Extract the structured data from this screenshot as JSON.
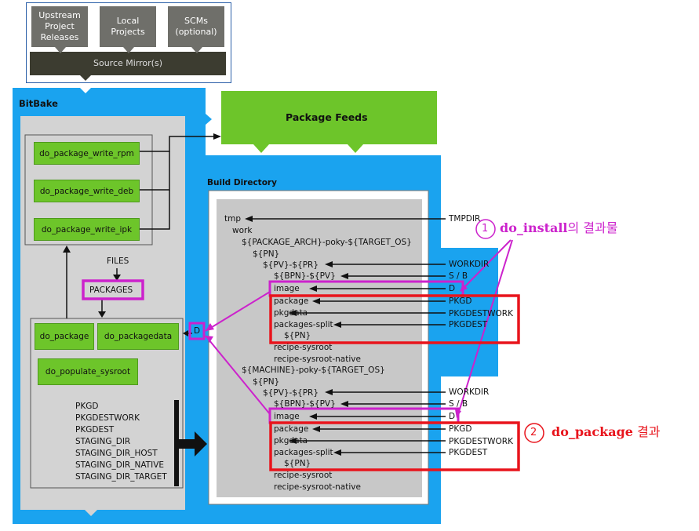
{
  "sources": {
    "upstream": "Upstream\nProject\nReleases",
    "local": "Local\nProjects",
    "scms": "SCMs\n(optional)",
    "mirror": "Source Mirror(s)"
  },
  "bitbake_title": "BitBake",
  "package_feeds": "Package Feeds",
  "write_tasks": [
    "do_package_write_rpm",
    "do_package_write_deb",
    "do_package_write_ipk"
  ],
  "files_label": "FILES",
  "packages_label": "PACKAGES",
  "tasks": {
    "do_package": "do_package",
    "do_packagedata": "do_packagedata",
    "do_populate_sysroot": "do_populate_sysroot"
  },
  "d_label": "D",
  "variables": [
    "PKGD",
    "PKGDESTWORK",
    "PKGDEST",
    "STAGING_DIR",
    "STAGING_DIR_HOST",
    "STAGING_DIR_NATIVE",
    "STAGING_DIR_TARGET"
  ],
  "build_directory": "Build Directory",
  "tree": {
    "tmp": "tmp",
    "work": "work",
    "pkg_arch": "${PACKAGE_ARCH}-poky-${TARGET_OS}",
    "pn1": "${PN}",
    "pvpr1": "${PV}-${PR}",
    "bpnpv1": "${BPN}-${PV}",
    "image1": "image",
    "package1": "package",
    "pkgdata1": "pkgdata",
    "packages_split1": "packages-split",
    "pn_sub1": "${PN}",
    "recipe_sysroot1": "recipe-sysroot",
    "recipe_sysroot_native1": "recipe-sysroot-native",
    "machine": "${MACHINE}-poky-${TARGET_OS}",
    "pn2": "${PN}",
    "pvpr2": "${PV}-${PR}",
    "bpnpv2": "${BPN}-${PV}",
    "image2": "image",
    "package2": "package",
    "pkgdata2": "pkgdata",
    "packages_split2": "packages-split",
    "pn_sub2": "${PN}",
    "recipe_sysroot2": "recipe-sysroot",
    "recipe_sysroot_native2": "recipe-sysroot-native"
  },
  "right_labels": {
    "tmpdir": "TMPDIR",
    "workdir1": "WORKDIR",
    "s_b1": "S / B",
    "d1": "D",
    "pkgd1": "PKGD",
    "pkgdestwork1": "PKGDESTWORK",
    "pkgdest1": "PKGDEST",
    "workdir2": "WORKDIR",
    "s_b2": "S / B",
    "d2": "D",
    "pkgd2": "PKGD",
    "pkgdestwork2": "PKGDESTWORK",
    "pkgdest2": "PKGDEST"
  },
  "annotation1": {
    "num": "1",
    "bold": "do_install",
    "rest": "의 결과물"
  },
  "annotation2": {
    "num": "2",
    "bold": "do_package",
    "rest": " 결과"
  },
  "colors": {
    "blue": "#1aa3ef",
    "green": "#6dc52a",
    "gray": "#d3d3d3",
    "magenta": "#cc22cc",
    "red": "#e8141c",
    "dark": "#3c3c30"
  }
}
